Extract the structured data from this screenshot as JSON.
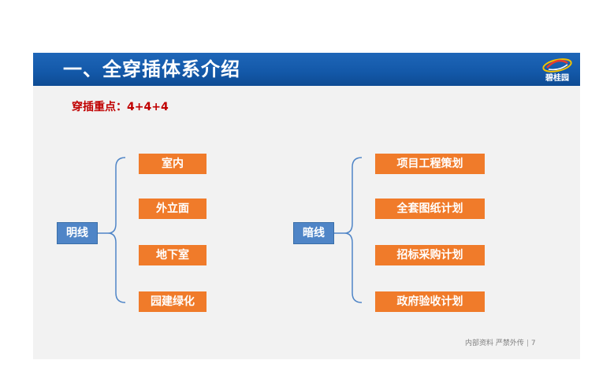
{
  "title": "一、全穿插体系介绍",
  "logo": {
    "text": "碧桂园"
  },
  "subtitle": "穿插重点：4+4+4",
  "left_group": {
    "label": "明线",
    "items": [
      "室内",
      "外立面",
      "地下室",
      "园建绿化"
    ]
  },
  "right_group": {
    "label": "暗线",
    "items": [
      "项目工程策划",
      "全套图纸计划",
      "招标采购计划",
      "政府验收计划"
    ]
  },
  "footer": {
    "text": "内部资料 严禁外传",
    "page": "7"
  },
  "colors": {
    "title_bar": "#1358a8",
    "accent_orange": "#f07b2a",
    "node_blue": "#4f85c7",
    "subtitle_red": "#c00000"
  }
}
